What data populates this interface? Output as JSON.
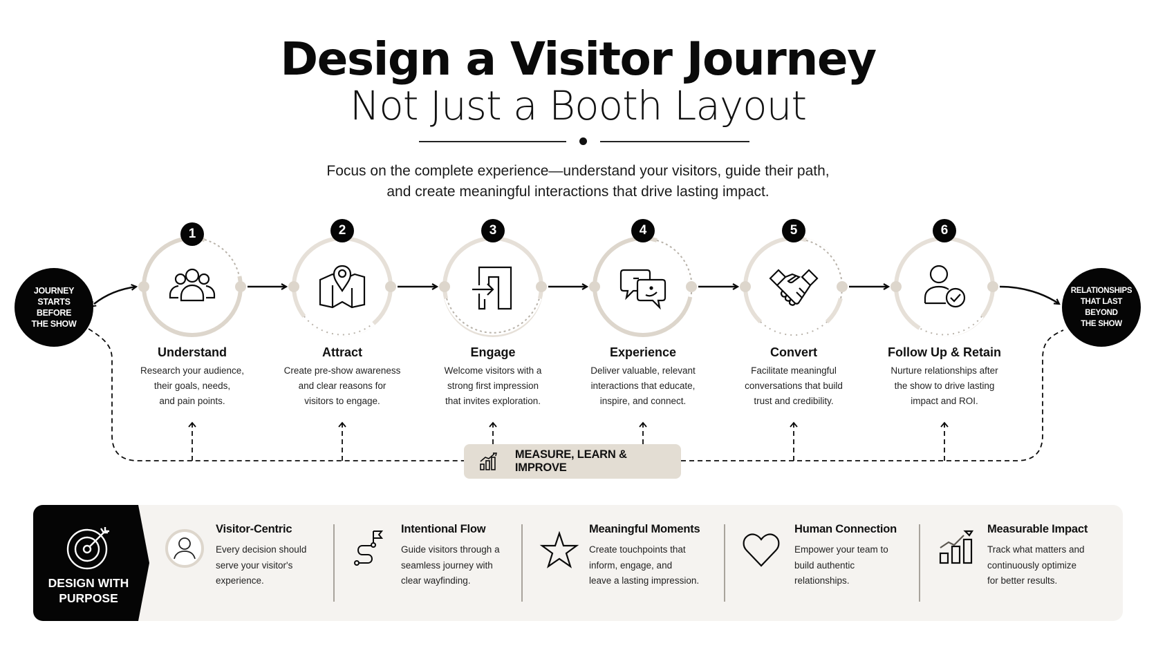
{
  "header": {
    "title": "Design a Visitor Journey",
    "subtitle": "Not Just a Booth Layout",
    "intro_line1": "Focus on the complete experience—understand your visitors, guide their path,",
    "intro_line2": "and create meaningful interactions that drive lasting impact."
  },
  "journey": {
    "start_label": "JOURNEY\nSTARTS\nBEFORE\nTHE SHOW",
    "end_label": "RELATIONSHIPS\nTHAT LAST\nBEYOND\nTHE SHOW",
    "steps": [
      {
        "number": "1",
        "icon": "people-group-icon",
        "title": "Understand",
        "description": "Research your audience,\ntheir goals, needs,\nand pain points."
      },
      {
        "number": "2",
        "icon": "map-pin-icon",
        "title": "Attract",
        "description": "Create pre-show awareness\nand clear reasons for\nvisitors to engage."
      },
      {
        "number": "3",
        "icon": "enter-door-icon",
        "title": "Engage",
        "description": "Welcome visitors with a\nstrong first impression\nthat invites exploration."
      },
      {
        "number": "4",
        "icon": "chat-bubbles-icon",
        "title": "Experience",
        "description": "Deliver valuable, relevant\ninteractions that educate,\ninspire, and connect."
      },
      {
        "number": "5",
        "icon": "handshake-icon",
        "title": "Convert",
        "description": "Facilitate meaningful\nconversations that build\ntrust and credibility."
      },
      {
        "number": "6",
        "icon": "user-check-icon",
        "title": "Follow Up & Retain",
        "description": "Nurture relationships after\nthe show to drive lasting\nimpact and ROI."
      }
    ],
    "feedback_label": "MEASURE, LEARN & IMPROVE"
  },
  "purpose_bar": {
    "label": "DESIGN WITH\nPURPOSE",
    "pillars": [
      {
        "icon": "user-circle-icon",
        "title": "Visitor-Centric",
        "description": "Every decision should\nserve your visitor's\nexperience."
      },
      {
        "icon": "route-flag-icon",
        "title": "Intentional Flow",
        "description": "Guide visitors through a\nseamless journey with\nclear wayfinding."
      },
      {
        "icon": "star-icon",
        "title": "Meaningful Moments",
        "description": "Create touchpoints that\ninform, engage, and\nleave a lasting impression."
      },
      {
        "icon": "heart-icon",
        "title": "Human Connection",
        "description": "Empower your team to\nbuild authentic\nrelationships."
      },
      {
        "icon": "growth-chart-icon",
        "title": "Measurable Impact",
        "description": "Track what matters and\ncontinuously optimize\nfor better results."
      }
    ]
  },
  "colors": {
    "ink": "#0a0a0a",
    "ring": "#ddd6cc",
    "measure_bg": "#e3ddd3",
    "card_bg": "#f5f3f0"
  }
}
